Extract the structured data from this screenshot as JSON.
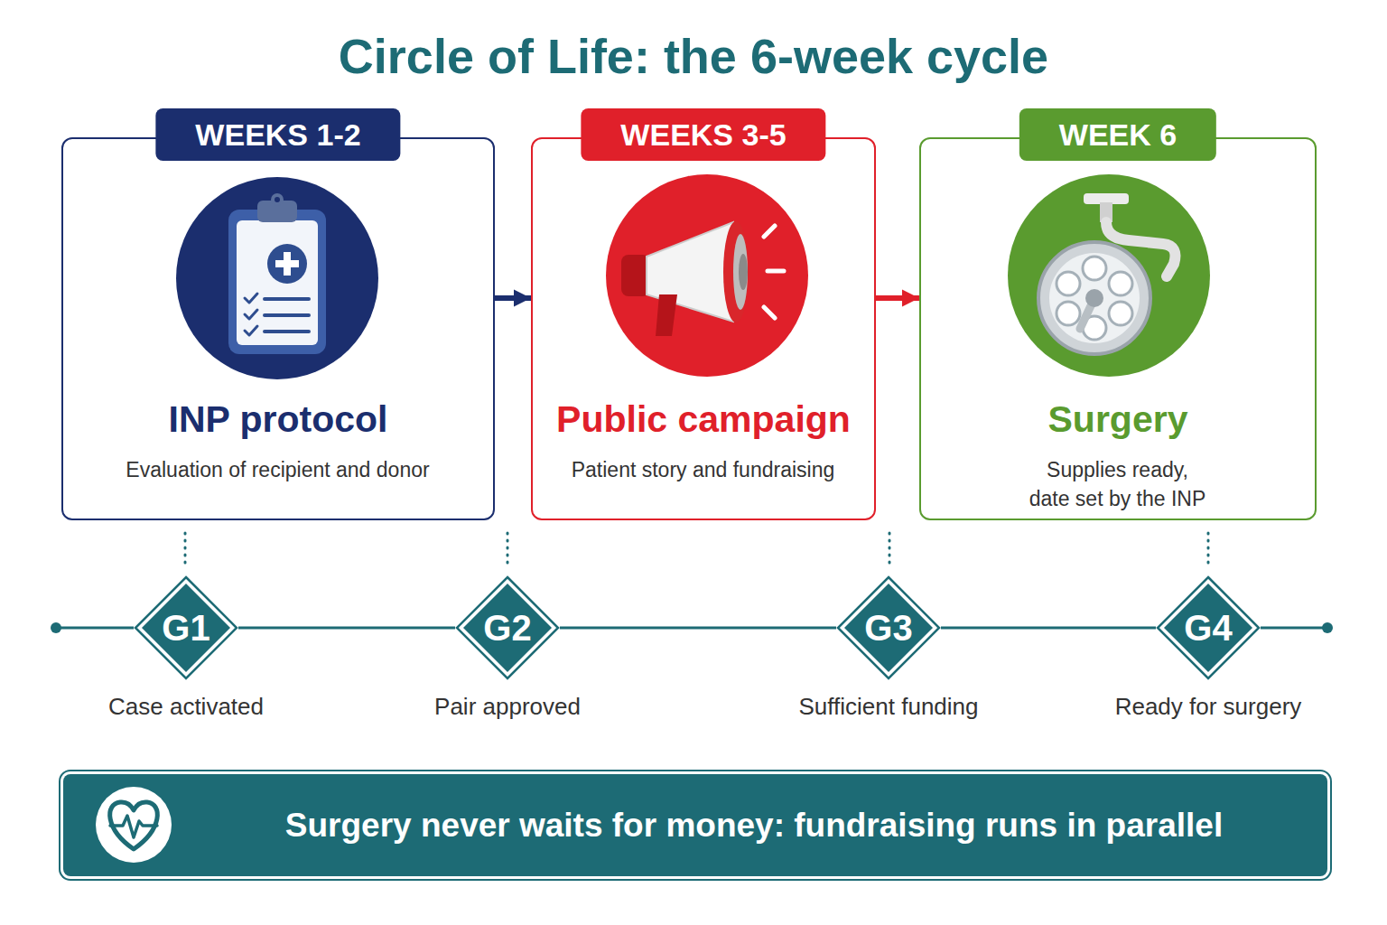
{
  "diagram": {
    "title": "Circle of Life: the 6-week cycle",
    "nodes": [
      {
        "text": [
          "WEEKS 1-2",
          "INP protocol",
          "Evaluation of recipient and donor"
        ]
      },
      {
        "text": [
          "WEEKS 3-5",
          "Public campaign",
          "Patient story and fundraising"
        ]
      },
      {
        "text": [
          "WEEK 6",
          "Surgery",
          "Supplies ready, date set by the INP"
        ]
      },
      {
        "text": [
          "G1",
          "Case activated"
        ]
      },
      {
        "text": [
          "G2",
          "Pair approved"
        ]
      },
      {
        "text": [
          "G3",
          "Sufficient funding"
        ]
      },
      {
        "text": [
          "G4",
          "Ready for surgery"
        ]
      },
      {
        "text": [
          "Surgery never waits for money: fundraising runs in parallel"
        ]
      }
    ],
    "edges": [
      {
        "from": 0,
        "to": 1,
        "arrow": "to"
      },
      {
        "from": 1,
        "to": 2,
        "arrow": "to"
      },
      {
        "from": 3,
        "to": 4,
        "arrow": "none"
      },
      {
        "from": 4,
        "to": 5,
        "arrow": "none"
      },
      {
        "from": 5,
        "to": 6,
        "arrow": "none"
      }
    ]
  }
}
